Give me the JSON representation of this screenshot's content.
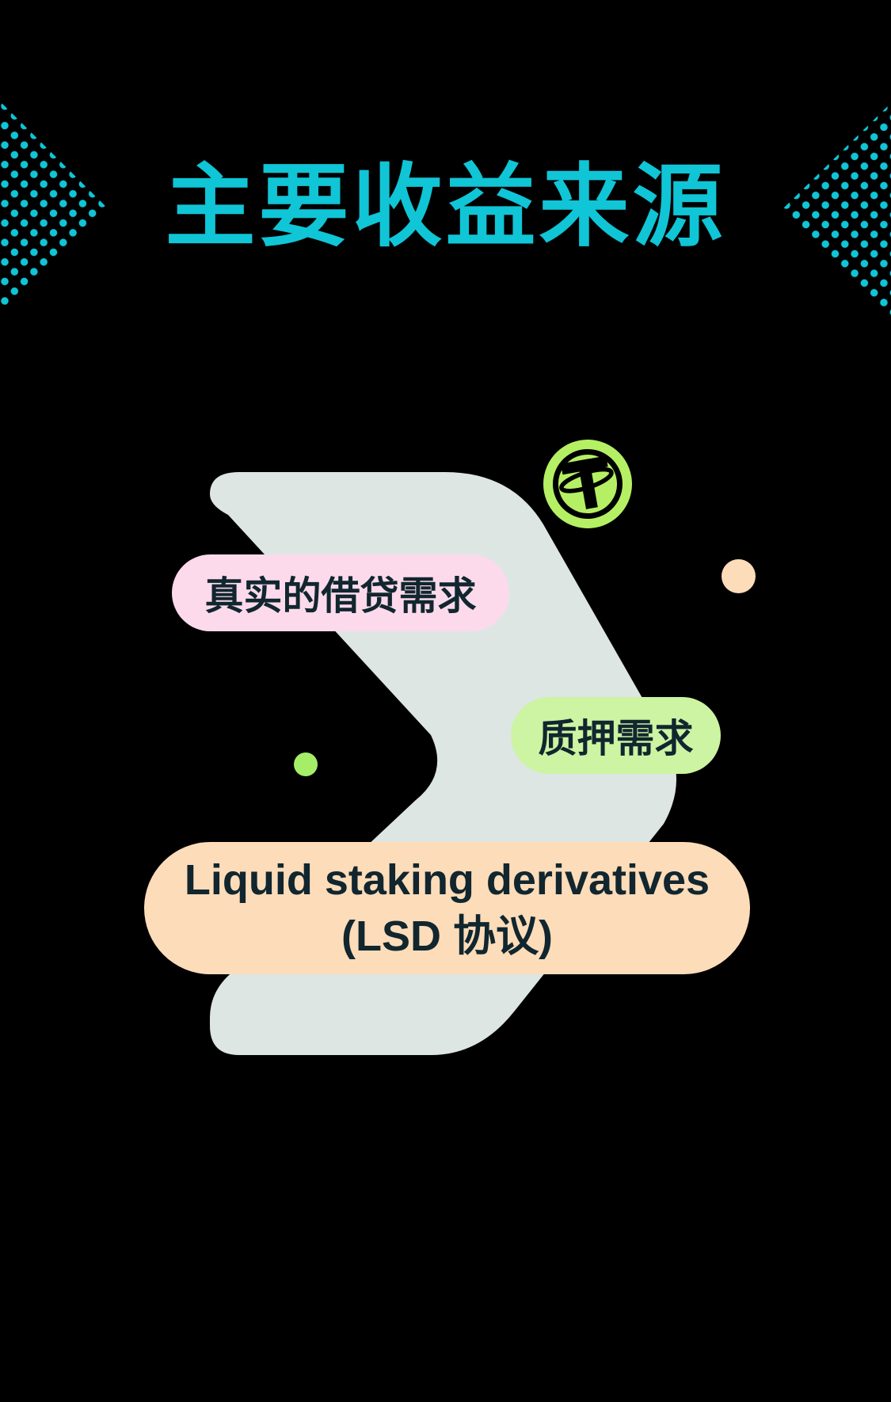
{
  "page": {
    "background_color": "#000000"
  },
  "colors": {
    "cyan": "#10c5d6",
    "ink": "#11262e",
    "pink": "#fcdaec",
    "pillgreen": "#ccf4a3",
    "peach": "#fddcba",
    "chevron": "#dde6e3",
    "coingreen": "#b5f064",
    "dotgreen": "#a5ef68",
    "bg": "#000000"
  },
  "header": {
    "title": "主要收益来源",
    "title_color": "#10c5d6",
    "decor": {
      "left_triangle": "cyan-dot-triangle-pointing-right",
      "right_triangle": "cyan-dot-triangle-pointing-left",
      "dot_color": "#10c5d6"
    }
  },
  "diagram": {
    "chevron": {
      "name": "right-chevron-shape",
      "color": "#dde6e3"
    },
    "coin": {
      "name": "tether-usdt-coin",
      "symbol": "T",
      "bg_color": "#b5f064",
      "glyph_color": "#000000"
    },
    "pills": [
      {
        "id": "lending-demand",
        "label": "真实的借贷需求",
        "bg": "#fcdaec",
        "text_color": "#11262e"
      },
      {
        "id": "staking-demand",
        "label": "质押需求",
        "bg": "#ccf4a3",
        "text_color": "#11262e"
      },
      {
        "id": "lsd-protocol",
        "line1": "Liquid staking derivatives",
        "line2": "(LSD 协议)",
        "bg": "#fddcba",
        "text_color": "#11262e"
      }
    ],
    "accent_dots": [
      {
        "name": "green-accent-dot",
        "color": "#a5ef68"
      },
      {
        "name": "peach-accent-dot",
        "color": "#fddcba"
      }
    ]
  }
}
